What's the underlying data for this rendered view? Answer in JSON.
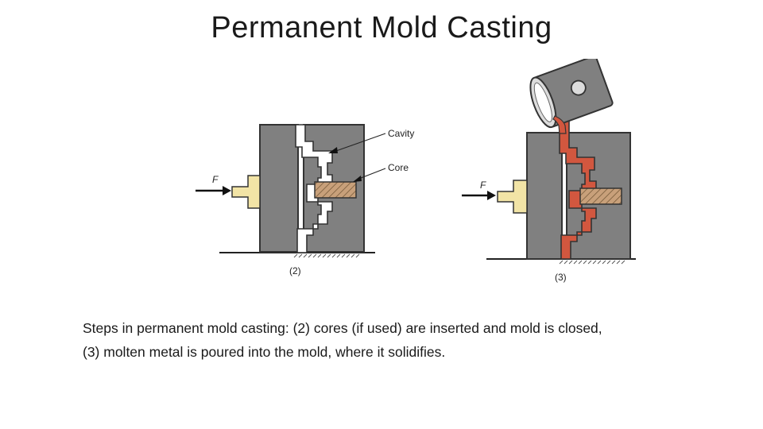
{
  "slide": {
    "title": "Permanent Mold Casting"
  },
  "figure": {
    "step2": {
      "label": "(2)",
      "force_label": "F",
      "callout_cavity": "Cavity",
      "callout_core": "Core"
    },
    "step3": {
      "label": "(3)",
      "force_label": "F"
    },
    "colors": {
      "mold": "#808080",
      "molten_metal": "#d2573f",
      "core": "#c8a07a",
      "piston": "#f2e4a6"
    }
  },
  "caption": {
    "line1": "Steps in permanent mold casting: (2) cores (if used) are inserted and mold is closed,",
    "line2": "(3) molten metal is poured into the mold, where it solidifies."
  }
}
